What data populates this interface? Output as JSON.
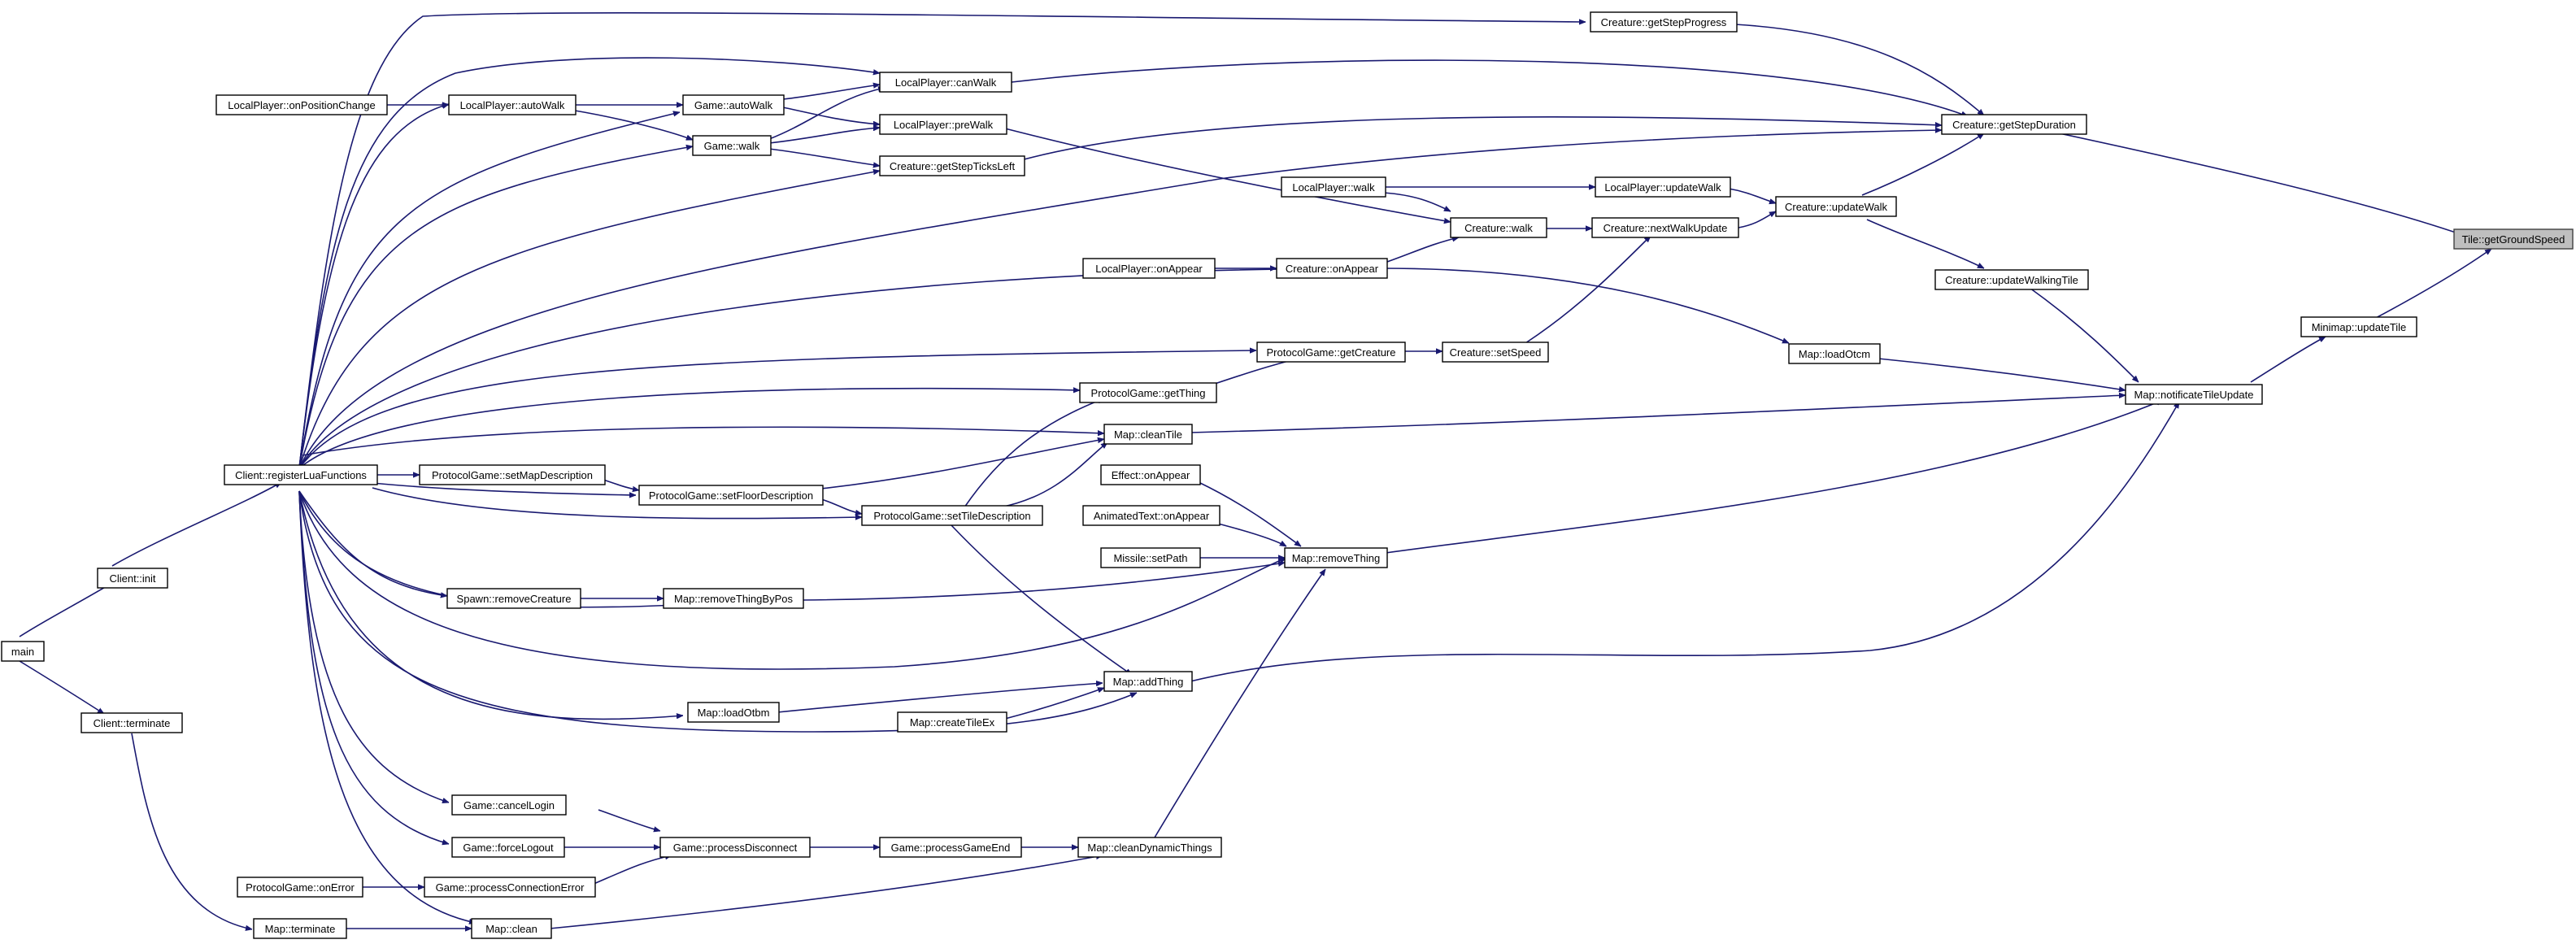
{
  "colors": {
    "edge": "#191970",
    "node_border": "#000000",
    "focus_fill": "#bfbfbf",
    "background": "#ffffff"
  },
  "nodes": {
    "main": "main",
    "client_init": "Client::init",
    "client_terminate": "Client::terminate",
    "register": "Client::registerLuaFunctions",
    "map_terminate": "Map::terminate",
    "pg_onerror": "ProtocolGame::onError",
    "lp_onposchange": "LocalPlayer::onPositionChange",
    "lp_autowalk": "LocalPlayer::autoWalk",
    "game_autowalk": "Game::autoWalk",
    "game_walk": "Game::walk",
    "lp_canwalk": "LocalPlayer::canWalk",
    "lp_prewalk": "LocalPlayer::preWalk",
    "c_getstepticksleft": "Creature::getStepTicksLeft",
    "c_getstepprogress": "Creature::getStepProgress",
    "c_getstepduration": "Creature::getStepDuration",
    "lp_walk": "LocalPlayer::walk",
    "lp_updatewalk": "LocalPlayer::updateWalk",
    "c_walk": "Creature::walk",
    "c_nextwalkupdate": "Creature::nextWalkUpdate",
    "c_updatewalk": "Creature::updateWalk",
    "lp_onappear": "LocalPlayer::onAppear",
    "c_onappear": "Creature::onAppear",
    "c_updatewalkingtile": "Creature::updateWalkingTile",
    "pg_getcreature": "ProtocolGame::getCreature",
    "c_setspeed": "Creature::setSpeed",
    "map_loadotcm": "Map::loadOtcm",
    "pg_getthing": "ProtocolGame::getThing",
    "map_cleantile": "Map::cleanTile",
    "map_notify": "Map::notificateTileUpdate",
    "minimap_updatetile": "Minimap::updateTile",
    "tile_getgroundspeed": "Tile::getGroundSpeed",
    "pg_setmapdesc": "ProtocolGame::setMapDescription",
    "pg_setfloordesc": "ProtocolGame::setFloorDescription",
    "pg_settiledesc": "ProtocolGame::setTileDescription",
    "effect_onappear": "Effect::onAppear",
    "animtext_onappear": "AnimatedText::onAppear",
    "missile_setpath": "Missile::setPath",
    "map_removething": "Map::removeThing",
    "spawn_removecreature": "Spawn::removeCreature",
    "map_removethingbypos": "Map::removeThingByPos",
    "map_addthing": "Map::addThing",
    "map_loadotbm": "Map::loadOtbm",
    "map_createtileex": "Map::createTileEx",
    "game_cancellogin": "Game::cancelLogin",
    "game_forcelogout": "Game::forceLogout",
    "game_processdisconnect": "Game::processDisconnect",
    "game_processgameend": "Game::processGameEnd",
    "map_cleandynamic": "Map::cleanDynamicThings",
    "game_processconnerror": "Game::processConnectionError",
    "map_clean": "Map::clean"
  }
}
